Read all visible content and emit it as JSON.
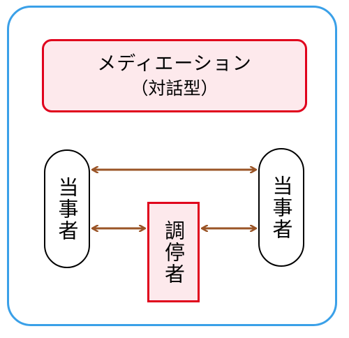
{
  "diagram": {
    "title": "メディエーション",
    "subtitle": "（対話型）",
    "party_left": "当事者",
    "party_right": "当事者",
    "mediator": "調停者",
    "colors": {
      "frame": "#3aa0e8",
      "accent_border": "#e0001c",
      "accent_fill": "#fde9ec",
      "arrow": "#9a5426"
    }
  }
}
